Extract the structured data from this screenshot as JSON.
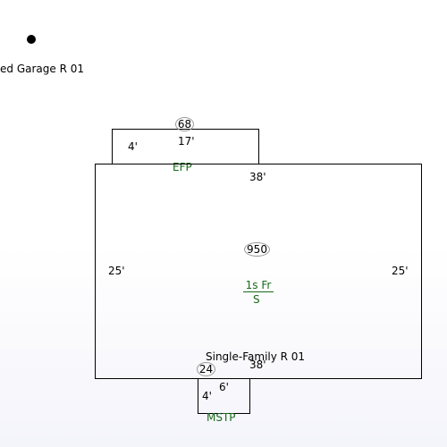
{
  "garage": {
    "label": "ed Garage R 01"
  },
  "efp": {
    "area": "68",
    "width": "17'",
    "depth": "4'",
    "code": "EFP"
  },
  "main": {
    "area": "950",
    "top": "38'",
    "bottom": "38'",
    "left": "25'",
    "right": "25'",
    "story": "1s Fr",
    "ext": "S",
    "name": "Single-Family R 01"
  },
  "mstp": {
    "area": "24",
    "width": "6'",
    "depth": "4'",
    "code": "MSTP"
  },
  "colors": {
    "line": "#000000",
    "code_text": "#1a6a1a",
    "area_oval": "#999999"
  }
}
